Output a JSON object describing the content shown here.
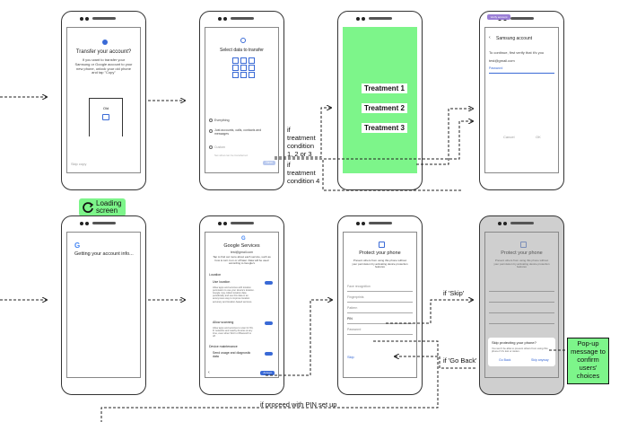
{
  "row1": {
    "phone1": {
      "title": "Transfer your account?",
      "body": "If you want to transfer your Samsung or Google account to your new phone, unlock your old phone and tap \"Copy\"",
      "device_label": "Old",
      "corner": "Skip copy"
    },
    "phone2": {
      "title": "Select data to transfer",
      "opt1": "Everything",
      "opt2": "Just accounts, calls, contacts and messages",
      "opt3": "Custom",
      "note": "Set what can be transferred",
      "next": "Next"
    },
    "phone3": {
      "t1": "Treatment 1",
      "t2": "Treatment 2",
      "t3": "Treatment 3"
    },
    "phone4": {
      "badge": "Verify account",
      "header": "Samsung account",
      "body": "To continue, first verify that it's you",
      "email": "test@gmail.com",
      "field": "Password",
      "cancel": "Cancel",
      "ok": "OK"
    }
  },
  "conditions": {
    "c1": "if\ntreatment\ncondition\n1, 2 or 3",
    "c2": "if\ntreatment\ncondition 4"
  },
  "loading": {
    "label": "Loading\nscreen"
  },
  "row2": {
    "phone5": {
      "title": "Getting your account info..."
    },
    "phone6": {
      "title": "Google Services",
      "email": "test@gmail.com",
      "intro": "Tap to find out more about each service, such as how to turn it on or off later. Data will be used according to Google's",
      "sec1": "Location",
      "item1": "Use location",
      "item1_desc": "Allow apps and services with location permission to use your device's location. Google may collect location data periodically and use this data in an anonymous way to improve location accuracy and location-based services.",
      "item2": "Allow scanning",
      "item2_desc": "Allow apps and services to scan for Wi-Fi networks and nearby devices at any time, even when Wi-Fi or Bluetooth is off.",
      "sec2": "Device maintenance",
      "item3": "Send usage and diagnostic data",
      "accept": "Accept"
    },
    "phone7": {
      "title": "Protect your phone",
      "body": "Prevent others from using this phone without your permission by activating device protection features",
      "f1": "Face recognition",
      "f2": "Fingerprints",
      "f3": "Pattern",
      "f4": "PIN",
      "f5": "Password",
      "skip": "Skip"
    },
    "phone8": {
      "title": "Protect your phone",
      "body": "Prevent others from using this phone without your permission by activating device protection features",
      "popup_title": "Skip protecting your phone?",
      "popup_body": "You won't be able to prevent others from using this phone if it's lost or stolen.",
      "go_back": "Go Back",
      "skip_anyway": "Skip anyway"
    }
  },
  "arrows": {
    "skip": "if 'Skip'",
    "goback": "if 'Go Back'",
    "pin": "if proceed with PIN set up"
  },
  "callout": {
    "text": "Pop-up\nmessage to\nconfirm\nusers'\nchoices"
  },
  "colors": {
    "green": "#7df58a",
    "blue": "#3a6ad6",
    "dash": "#222222"
  }
}
